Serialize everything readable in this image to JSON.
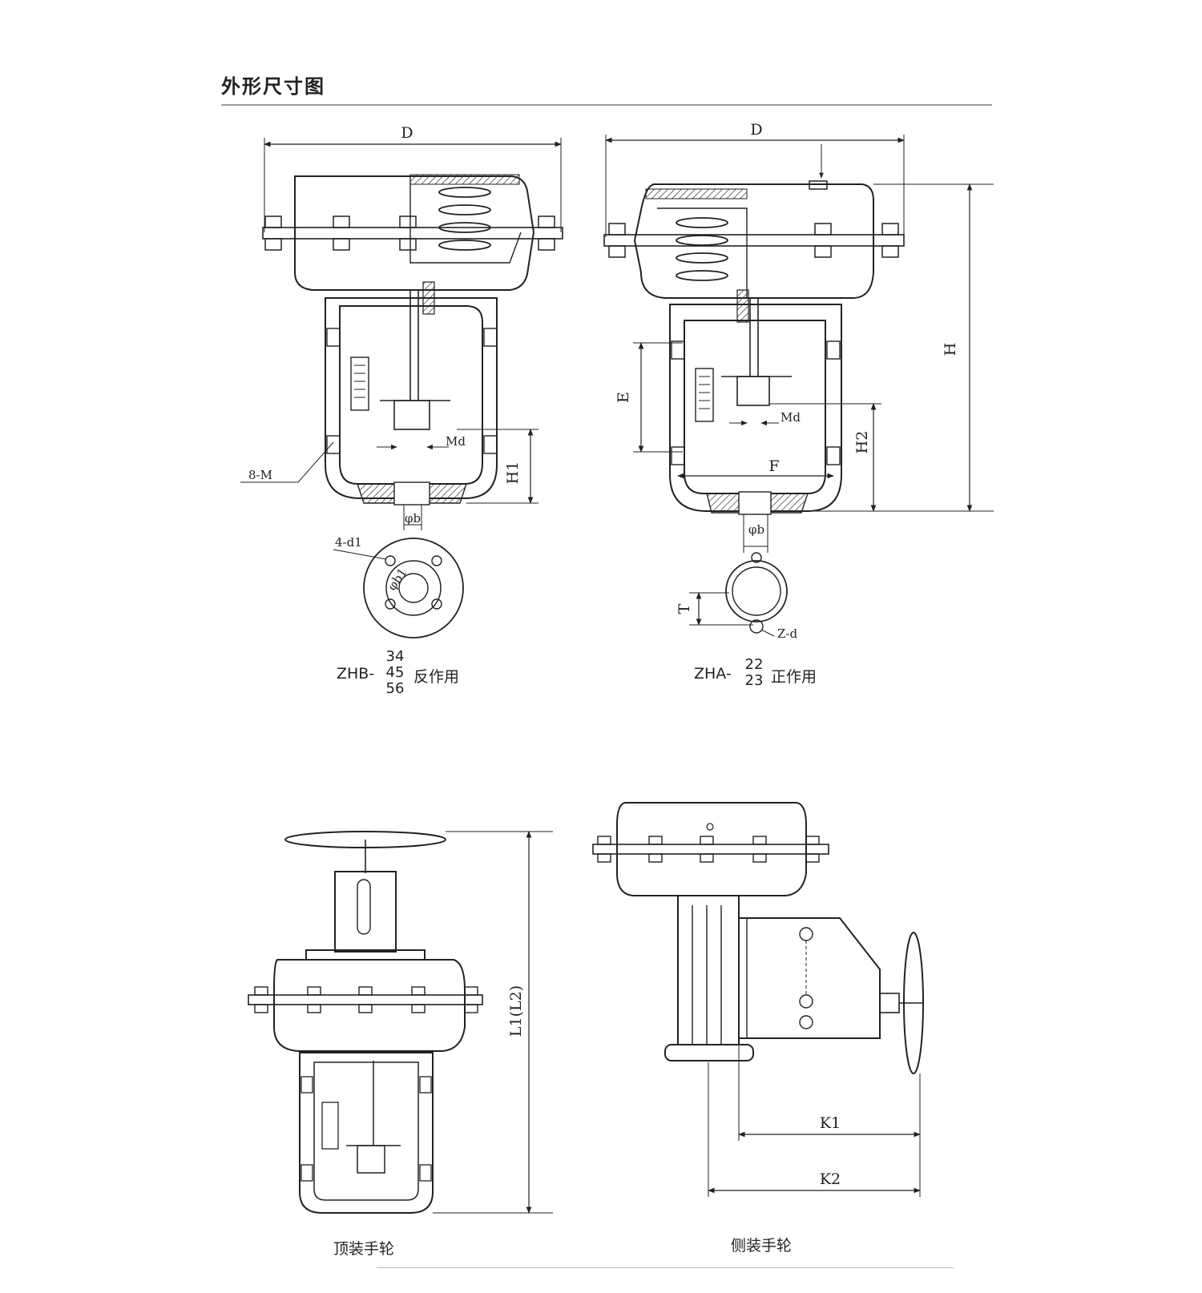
{
  "title": "外形尺寸图",
  "top_left": {
    "model_prefix": "ZHB-",
    "model_numbers": [
      "34",
      "45",
      "56"
    ],
    "action": "反作用",
    "labels": {
      "D": "D",
      "Md": "Md",
      "H1": "H1",
      "bolt": "8-M",
      "phi_b": "φb",
      "holes": "4-d1",
      "phi_b1": "φb1"
    }
  },
  "top_right": {
    "model_prefix": "ZHA-",
    "model_numbers": [
      "22",
      "23"
    ],
    "action": "正作用",
    "labels": {
      "D": "D",
      "H": "H",
      "E": "E",
      "Md": "Md",
      "H2": "H2",
      "F": "F",
      "phi_b": "φb",
      "T": "T",
      "Zd": "Z-d"
    }
  },
  "bottom_left": {
    "caption": "顶装手轮",
    "labels": {
      "L": "L1(L2)"
    }
  },
  "bottom_right": {
    "caption": "侧装手轮",
    "labels": {
      "K1": "K1",
      "K2": "K2"
    }
  }
}
